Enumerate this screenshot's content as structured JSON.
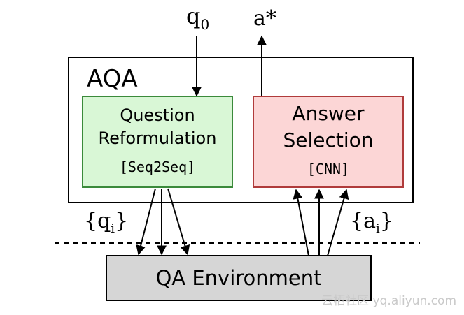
{
  "aqa": {
    "label": "AQA"
  },
  "question_reformulation": {
    "line1": "Question",
    "line2": "Reformulation",
    "model": "[Seq2Seq]",
    "fill": "#d9f7d6",
    "stroke": "#3b8a3b"
  },
  "answer_selection": {
    "line1": "Answer",
    "line2": "Selection",
    "model": "[CNN]",
    "fill": "#fcd6d6",
    "stroke": "#b03b3b"
  },
  "environment": {
    "label": "QA Environment",
    "fill": "#d6d6d6"
  },
  "input_query": {
    "base": "q",
    "sub": "0"
  },
  "output_answer": {
    "label": "a*"
  },
  "reformulations_label": {
    "open": "{q",
    "sub": "i",
    "close": "}"
  },
  "answers_label": {
    "open": "{a",
    "sub": "i",
    "close": "}"
  },
  "watermark": {
    "text": "云栖社区 yq.aliyun.com"
  }
}
